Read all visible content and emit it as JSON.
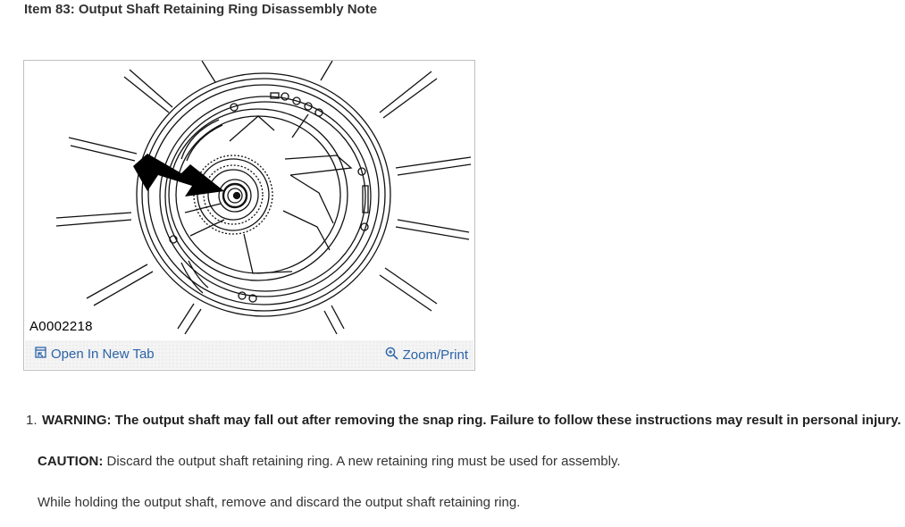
{
  "title": "Item 83: Output Shaft Retaining Ring Disassembly Note",
  "figure": {
    "figure_id": "A0002218",
    "open_tab_label": "Open In New Tab",
    "zoom_print_label": "Zoom/Print",
    "open_icon": "open-in-new-tab-icon",
    "zoom_icon": "magnifier-zoom-icon",
    "link_color": "#2b63a8"
  },
  "steps": [
    {
      "number": "1.",
      "warning": "WARNING: The output shaft may fall out after removing the snap ring. Failure to follow these instructions may result in personal injury.",
      "caution_label": "CAUTION:",
      "caution_text": " Discard the output shaft retaining ring. A new retaining ring must be used for assembly.",
      "text": "While holding the output shaft, remove and discard the output shaft retaining ring."
    }
  ]
}
